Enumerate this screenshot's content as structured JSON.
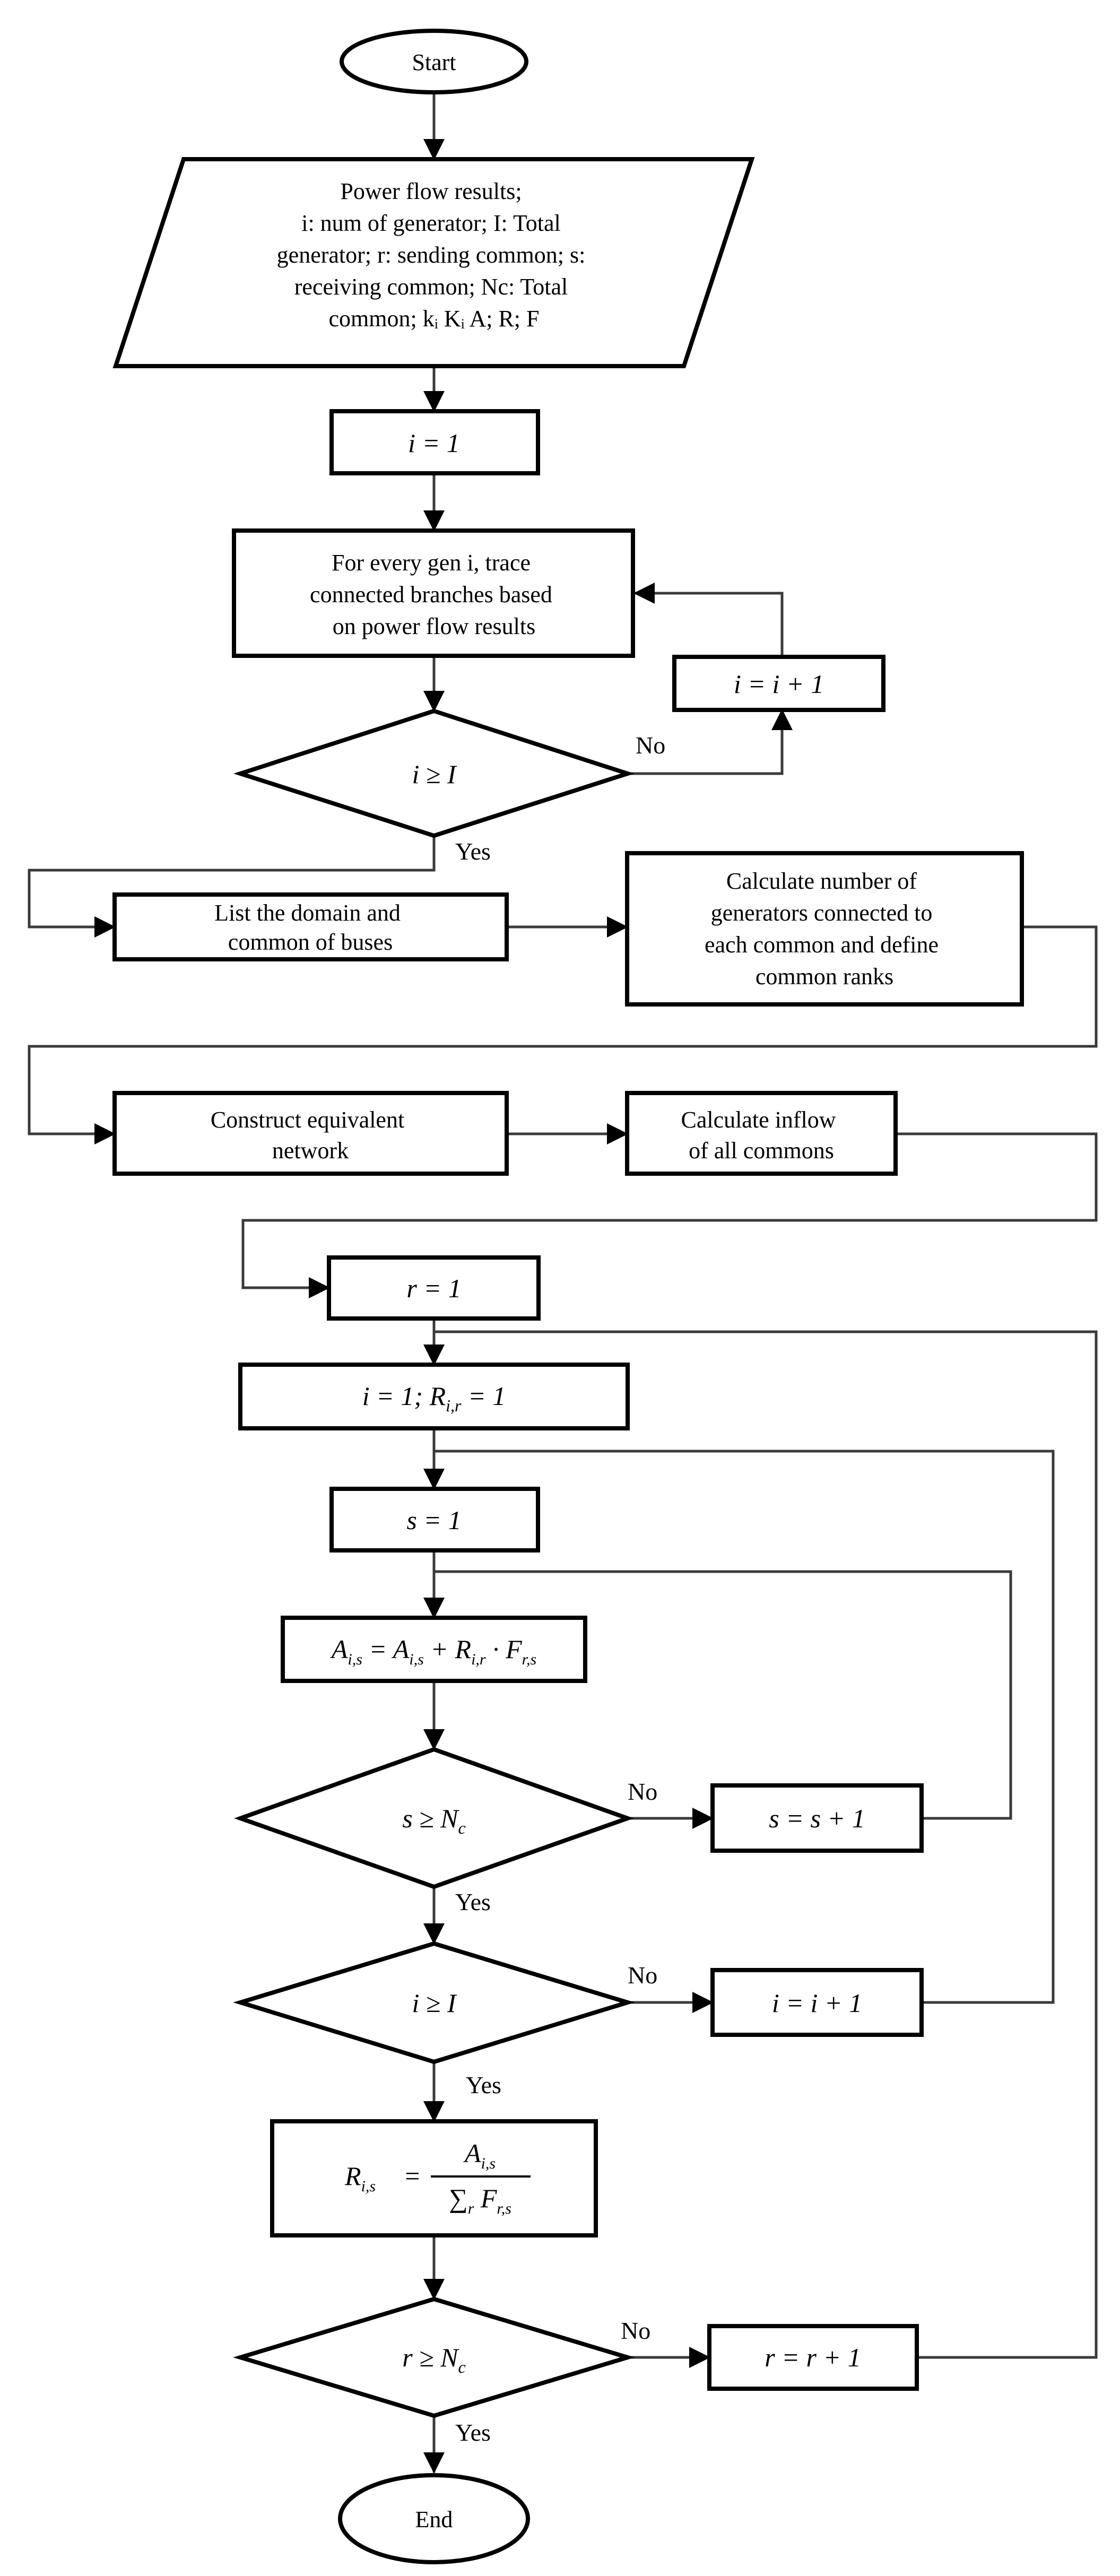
{
  "nodes": {
    "start": "Start",
    "input": [
      "Power flow results;",
      "i: num of generator; I: Total",
      "generator; r: sending common; s:",
      "receiving common; Nc: Total",
      "common; kᵢ Kᵢ A; R; F"
    ],
    "i_init_1": "i = 1",
    "trace": [
      "For every gen i, trace",
      "connected branches based",
      "on power flow results"
    ],
    "i_inc_1": "i = i + 1",
    "dec_i_1": "i ≥ I",
    "list": [
      "List the domain and",
      "common of buses"
    ],
    "calc_gen": [
      "Calculate number of",
      "generators connected to",
      "each common and define",
      "common ranks"
    ],
    "construct": [
      "Construct equivalent",
      "network"
    ],
    "calc_inflow": [
      "Calculate inflow",
      "of all commons"
    ],
    "r_init": "r = 1",
    "i_init_2": "i = 1; R",
    "i_init_2_sub": "i,r",
    "i_init_2_tail": " = 1",
    "s_init": "s = 1",
    "update_a": "A",
    "update_a_sub": "i,s",
    "update_a_mid": " = A",
    "update_a_sub2": "i,s",
    "update_a_plus": " + R",
    "update_a_sub3": "i,r",
    "update_a_dot": " · F",
    "update_a_sub4": "r,s",
    "dec_s": "s ≥ N",
    "dec_s_sub": "c",
    "s_inc": "s = s + 1",
    "dec_i_2": "i ≥ I",
    "i_inc_2": "i = i + 1",
    "calc_r_lhs": "R",
    "calc_r_lhs_sub": "i,s",
    "calc_r_eq": "=",
    "calc_r_num": "A",
    "calc_r_num_sub": "i,s",
    "calc_r_den": "∑",
    "calc_r_den_sub": "r",
    "calc_r_den_f": " F",
    "calc_r_den_f_sub": "r,s",
    "dec_r": "r ≥ N",
    "dec_r_sub": "c",
    "r_inc": "r = r + 1",
    "end": "End"
  },
  "labels": {
    "no": "No",
    "yes": "Yes"
  }
}
